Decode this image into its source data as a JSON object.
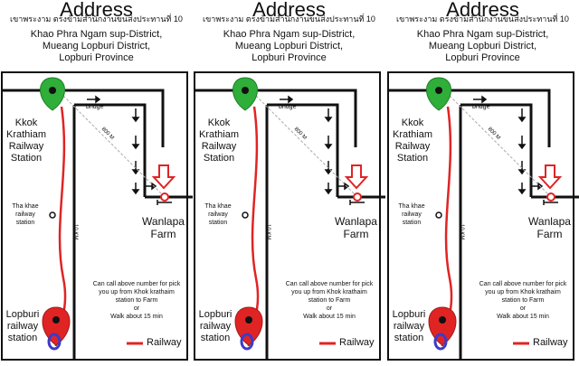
{
  "header": {
    "title": "Address",
    "thai": "เขาพระงาม ตรงข้ามสำนักงานขนส่งประทานที่ 10",
    "address_lines": [
      "Khao Phra Ngam sup-District,",
      "Mueang Lopburi District,",
      "Lopburi Province"
    ]
  },
  "map": {
    "bridge": "bridge",
    "distance_diag": "800 M",
    "distance_vertical": "10 KM",
    "kkok_station": [
      "Kkok",
      "Krathiam",
      "Railway",
      "Station"
    ],
    "tha_khae": [
      "Tha khae",
      "railway",
      "station"
    ],
    "farm": [
      "Wanlapa",
      "Farm"
    ],
    "lopburi_station": [
      "Lopburi",
      "railway",
      "station"
    ],
    "note": [
      "Can call above number for pick",
      "you up from Khok krathaim",
      "station to Farm",
      "or",
      "Walk about 15 min"
    ],
    "legend": "Railway",
    "colors": {
      "railway": "#e02424",
      "pin_green": "#2fae3a",
      "pin_red": "#e02424",
      "ring_blue": "#3b3bc8",
      "arrow_outline": "#e02424"
    }
  }
}
